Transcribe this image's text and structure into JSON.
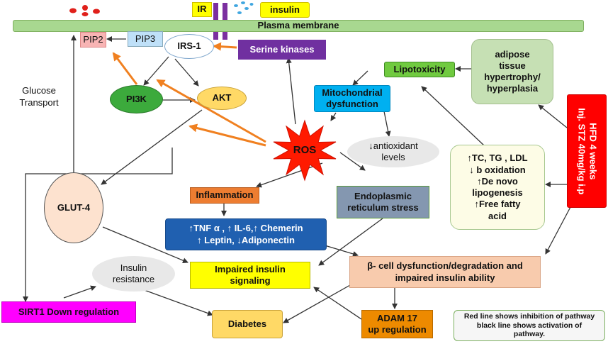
{
  "colors": {
    "membrane": "#a8d890",
    "receptor": "#7b2fa0",
    "serine": "#7030a0",
    "ros": "#ff1a00",
    "activation": "#333333",
    "inhibition": "#f08020",
    "sirt1": "#ff00ff",
    "hfd": "#ff0000"
  },
  "icons": [
    "red-droplets-icon",
    "blue-droplets-icon"
  ],
  "membrane": {
    "label": "Plasma membrane"
  },
  "ir": {
    "label": "IR"
  },
  "insulin": {
    "label": "insulin"
  },
  "pip2": {
    "label": "PIP2"
  },
  "pip3": {
    "label": "PIP3"
  },
  "irs1": {
    "label": "IRS-1"
  },
  "serine_kinases": {
    "label": "Serine kinases"
  },
  "glucose_transport": {
    "line1": "Glucose",
    "line2": "Transport"
  },
  "pi3k": {
    "label": "PI3K"
  },
  "akt": {
    "label": "AKT"
  },
  "lipotoxicity": {
    "label": "Lipotoxicity"
  },
  "adipose": {
    "line1": "adipose",
    "line2": "tissue",
    "line3": "hypertrophy/",
    "line4": "hyperplasia"
  },
  "mito": {
    "line1": "Mitochondrial",
    "line2": "dysfunction"
  },
  "hfd": {
    "line1": "HFD 4 weeks",
    "line2": "Inj. STZ 40mg/kg i.p"
  },
  "ros": {
    "label": "ROS"
  },
  "antioxidant": {
    "line1": "↓antioxidant",
    "line2": "levels"
  },
  "lipid_box": {
    "line1": "↑TC, TG , LDL",
    "line2": "↓ b oxidation",
    "line3": "↑De novo",
    "line4": "lipogenesis",
    "line5": "↑Free fatty",
    "line6": "acid"
  },
  "glut4": {
    "label": "GLUT-4"
  },
  "inflammation": {
    "label": "Inflammation"
  },
  "er_stress": {
    "line1": "Endoplasmic",
    "line2": "reticulum stress"
  },
  "cytokines": {
    "line1": "↑TNF  α , ↑ IL-6,↑ Chemerin",
    "line2": "↑ Leptin, ↓Adiponectin"
  },
  "insulin_resistance": {
    "line1": "Insulin",
    "line2": "resistance"
  },
  "impaired_signaling": {
    "line1": "Impaired insulin",
    "line2": "signaling"
  },
  "beta_cell": {
    "line1": "β- cell dysfunction/degradation and",
    "line2": "impaired insulin ability"
  },
  "sirt1": {
    "label": "SIRT1 Down regulation"
  },
  "diabetes": {
    "label": "Diabetes"
  },
  "adam17": {
    "line1": "ADAM 17",
    "line2": "up regulation"
  },
  "legend": {
    "line1": "Red line shows inhibition of pathway",
    "line2": "black line shows activation of",
    "line3": "pathway."
  }
}
